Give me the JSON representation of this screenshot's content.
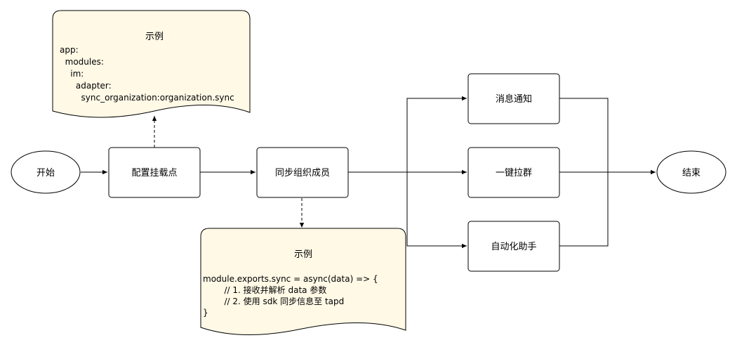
{
  "nodes": {
    "start": "开始",
    "config": "配置挂载点",
    "sync": "同步组织成员",
    "notify": "消息通知",
    "group": "一键拉群",
    "assistant": "自动化助手",
    "end": "结束"
  },
  "notes": {
    "config_note": {
      "title": "示例",
      "lines": [
        "app:",
        "  modules:",
        "    im:",
        "      adapter:",
        "        sync_organization:organization.sync"
      ]
    },
    "sync_note": {
      "title": "示例",
      "lines": [
        "module.exports.sync = async(data) => {",
        "        // 1. 接收并解析 data 参数",
        "        // 2. 使用 sdk 同步信息至 tapd",
        "}"
      ]
    }
  },
  "colors": {
    "note_fill": "#fff9e6",
    "stroke": "#000000",
    "node_fill": "#ffffff"
  }
}
